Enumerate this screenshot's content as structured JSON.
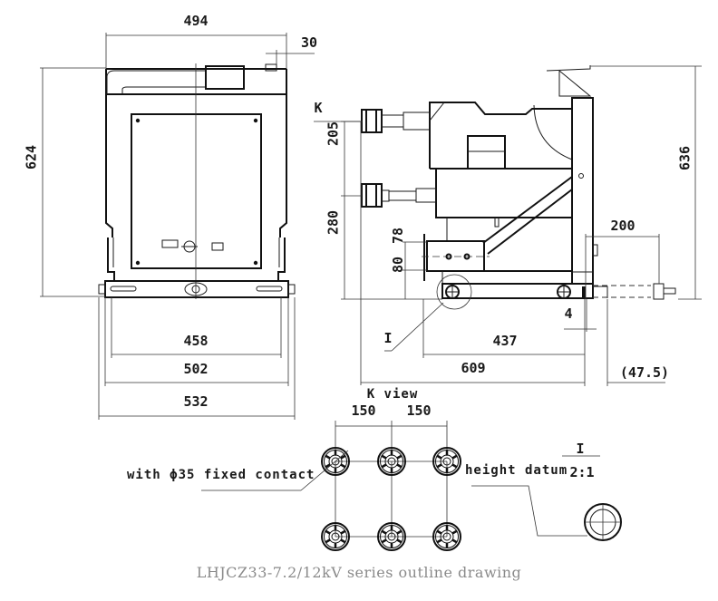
{
  "caption": "LHJCZ33-7.2/12kV series outline drawing",
  "front_view": {
    "dims": {
      "width_top": "494",
      "offset_top": "30",
      "height": "624",
      "rail_inner": "458",
      "rail_mid": "502",
      "rail_outer": "532"
    }
  },
  "side_view": {
    "section_mark": "K",
    "dims": {
      "upper_pitch": "205",
      "lower_pitch": "280",
      "bracket_height": "78",
      "bracket_base": "80",
      "total_height": "636",
      "handle_reach": "200",
      "wheel_base": "437",
      "depth": "609",
      "gap": "4",
      "overhang": "(47.5)"
    },
    "detail_marker": "I"
  },
  "k_view": {
    "title": "K view",
    "pitch_left": "150",
    "pitch_right": "150",
    "contact_note": "with ϕ35 fixed contact",
    "datum_note": "height datum",
    "rows": 2,
    "cols": 3
  },
  "detail_view": {
    "marker": "I",
    "scale": "2:1"
  }
}
